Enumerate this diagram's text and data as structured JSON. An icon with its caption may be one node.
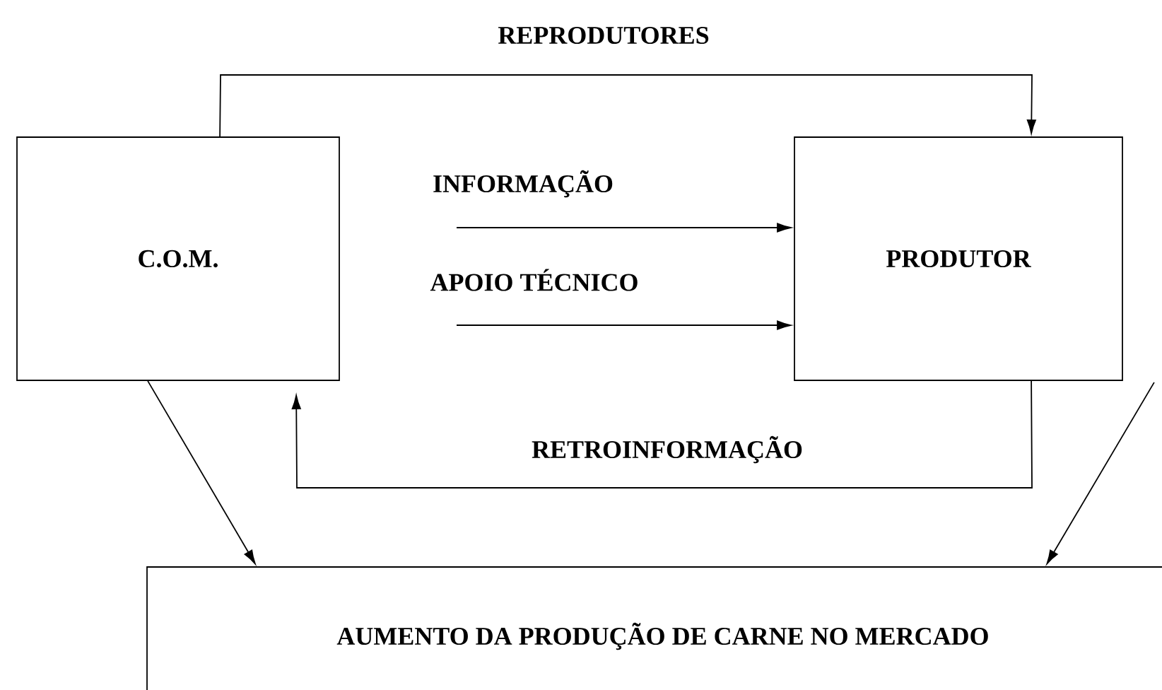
{
  "diagram": {
    "nodes": [
      {
        "text": [
          "C.O.M."
        ]
      },
      {
        "text": [
          "PRODUTOR"
        ]
      },
      {
        "text": [
          "AUMENTO DA PRODUÇÃO DE CARNE NO MERCADO"
        ]
      }
    ],
    "edges": [
      {
        "from": 0,
        "to": 1,
        "arrow": "to",
        "label": "REPRODUTORES"
      },
      {
        "from": null,
        "to": 1,
        "arrow": "to",
        "label": "INFORMAÇÃO"
      },
      {
        "from": null,
        "to": 1,
        "arrow": "to",
        "label": "APOIO TÉCNICO"
      },
      {
        "from": 1,
        "to": 0,
        "arrow": "to",
        "label": "RETROINFORMAÇÃO"
      },
      {
        "from": 0,
        "to": 2,
        "arrow": "to"
      },
      {
        "from": 1,
        "to": 2,
        "arrow": "to"
      }
    ]
  }
}
